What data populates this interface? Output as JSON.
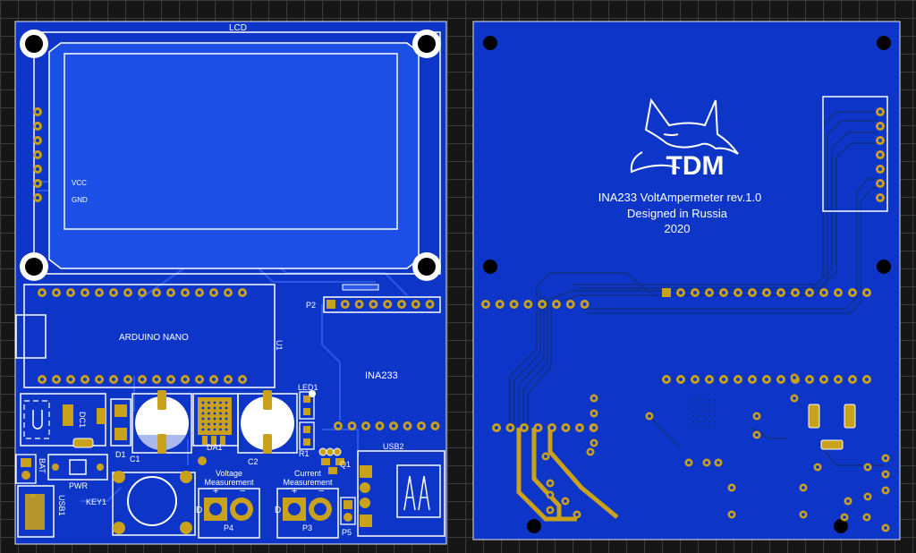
{
  "colors": {
    "background": "#161616",
    "grid": "#3a3a3a",
    "board": "#0d36c8",
    "copper_top": "#1b4fe6",
    "trace": "#2a59ea",
    "trace_bottom": "#103194",
    "pad_gold": "#c9a11b",
    "silkscreen": "#ffffff",
    "edge": "#e6e6e6"
  },
  "front": {
    "labels": {
      "lcd": "LCD",
      "vcc": "VCC",
      "gnd": "GND",
      "p2": "P2",
      "arduino": "ARDUINO NANO",
      "u1": "U1",
      "ina": "INA233",
      "led1": "LED1",
      "dc1": "DC1",
      "d1": "D1",
      "c1": "C1",
      "da1": "DA1",
      "c2": "C2",
      "r1": "R1",
      "q1": "Q1",
      "usb2": "USB2",
      "bat": "BAT",
      "pwr": "PWR",
      "usb1": "USB1",
      "key1": "KEY1",
      "voltage": "Voltage",
      "measurement_v": "Measurement",
      "current": "Current",
      "measurement_c": "Measurement",
      "p4": "P4",
      "p3": "P3",
      "p5": "P5",
      "plus": "+",
      "minus": "−",
      "d_mark": "D"
    }
  },
  "back": {
    "logo": "TDM",
    "line1": "INA233 VoltAmpermeter rev.1.0",
    "line2": "Designed in Russia",
    "line3": "2020"
  }
}
